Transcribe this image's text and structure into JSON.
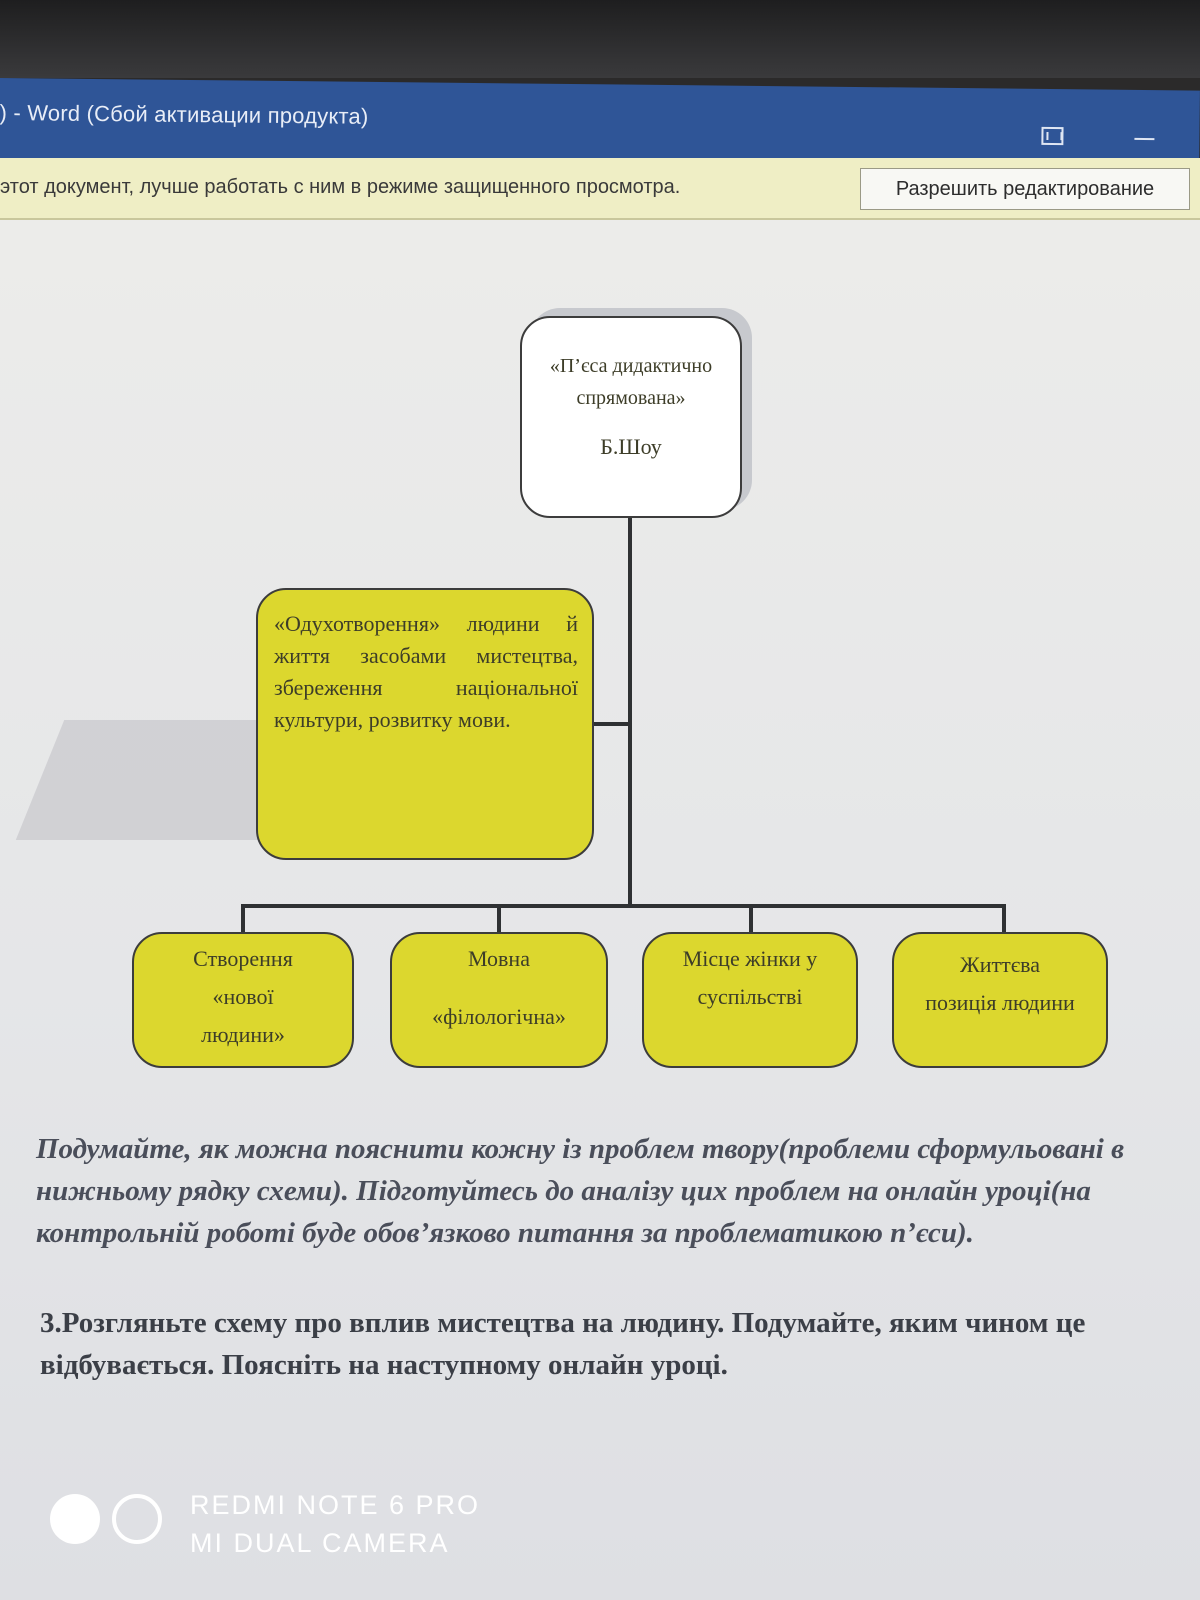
{
  "window": {
    "title": ") - Word (Сбой активации продукта)",
    "restore_icon": "restore-icon",
    "minimize_icon": "minimize-icon"
  },
  "protected_view": {
    "message": "этот документ, лучше работать с ним в режиме защищенного просмотра.",
    "enable_button": "Разрешить редактирование"
  },
  "diagram": {
    "root": {
      "line1": "«П’єса дидактично",
      "line2": "спрямована»",
      "author": "Б.Шоу"
    },
    "middle": "«Одухотворення» людини й життя засобами мистецтва, збереження національної культури, розвитку мови.",
    "leaves": [
      {
        "line1": "Створення",
        "line2": "«нової",
        "line3": "людини»"
      },
      {
        "line1": "Мовна",
        "line2": "«філологічна»"
      },
      {
        "line1": "Місце жінки у",
        "line2": "суспільстві"
      },
      {
        "line1": "Життєва",
        "line2": "позиція людини"
      }
    ]
  },
  "instructions": "Подумайте, як можна пояснити кожну із проблем твору(проблеми сформульовані в нижньому рядку схеми). Підготуйтесь до аналізу цих проблем на онлайн уроці(на контрольній роботі буде обов’язково питання за проблематикою п’єси).",
  "task3": "3.Розгляньте схему про вплив мистецтва на людину. Подумайте, яким чином це відбувається. Поясніть на наступному онлайн уроці.",
  "watermark": {
    "line1": "REDMI NOTE 6 PRO",
    "line2": "MI DUAL CAMERA"
  }
}
